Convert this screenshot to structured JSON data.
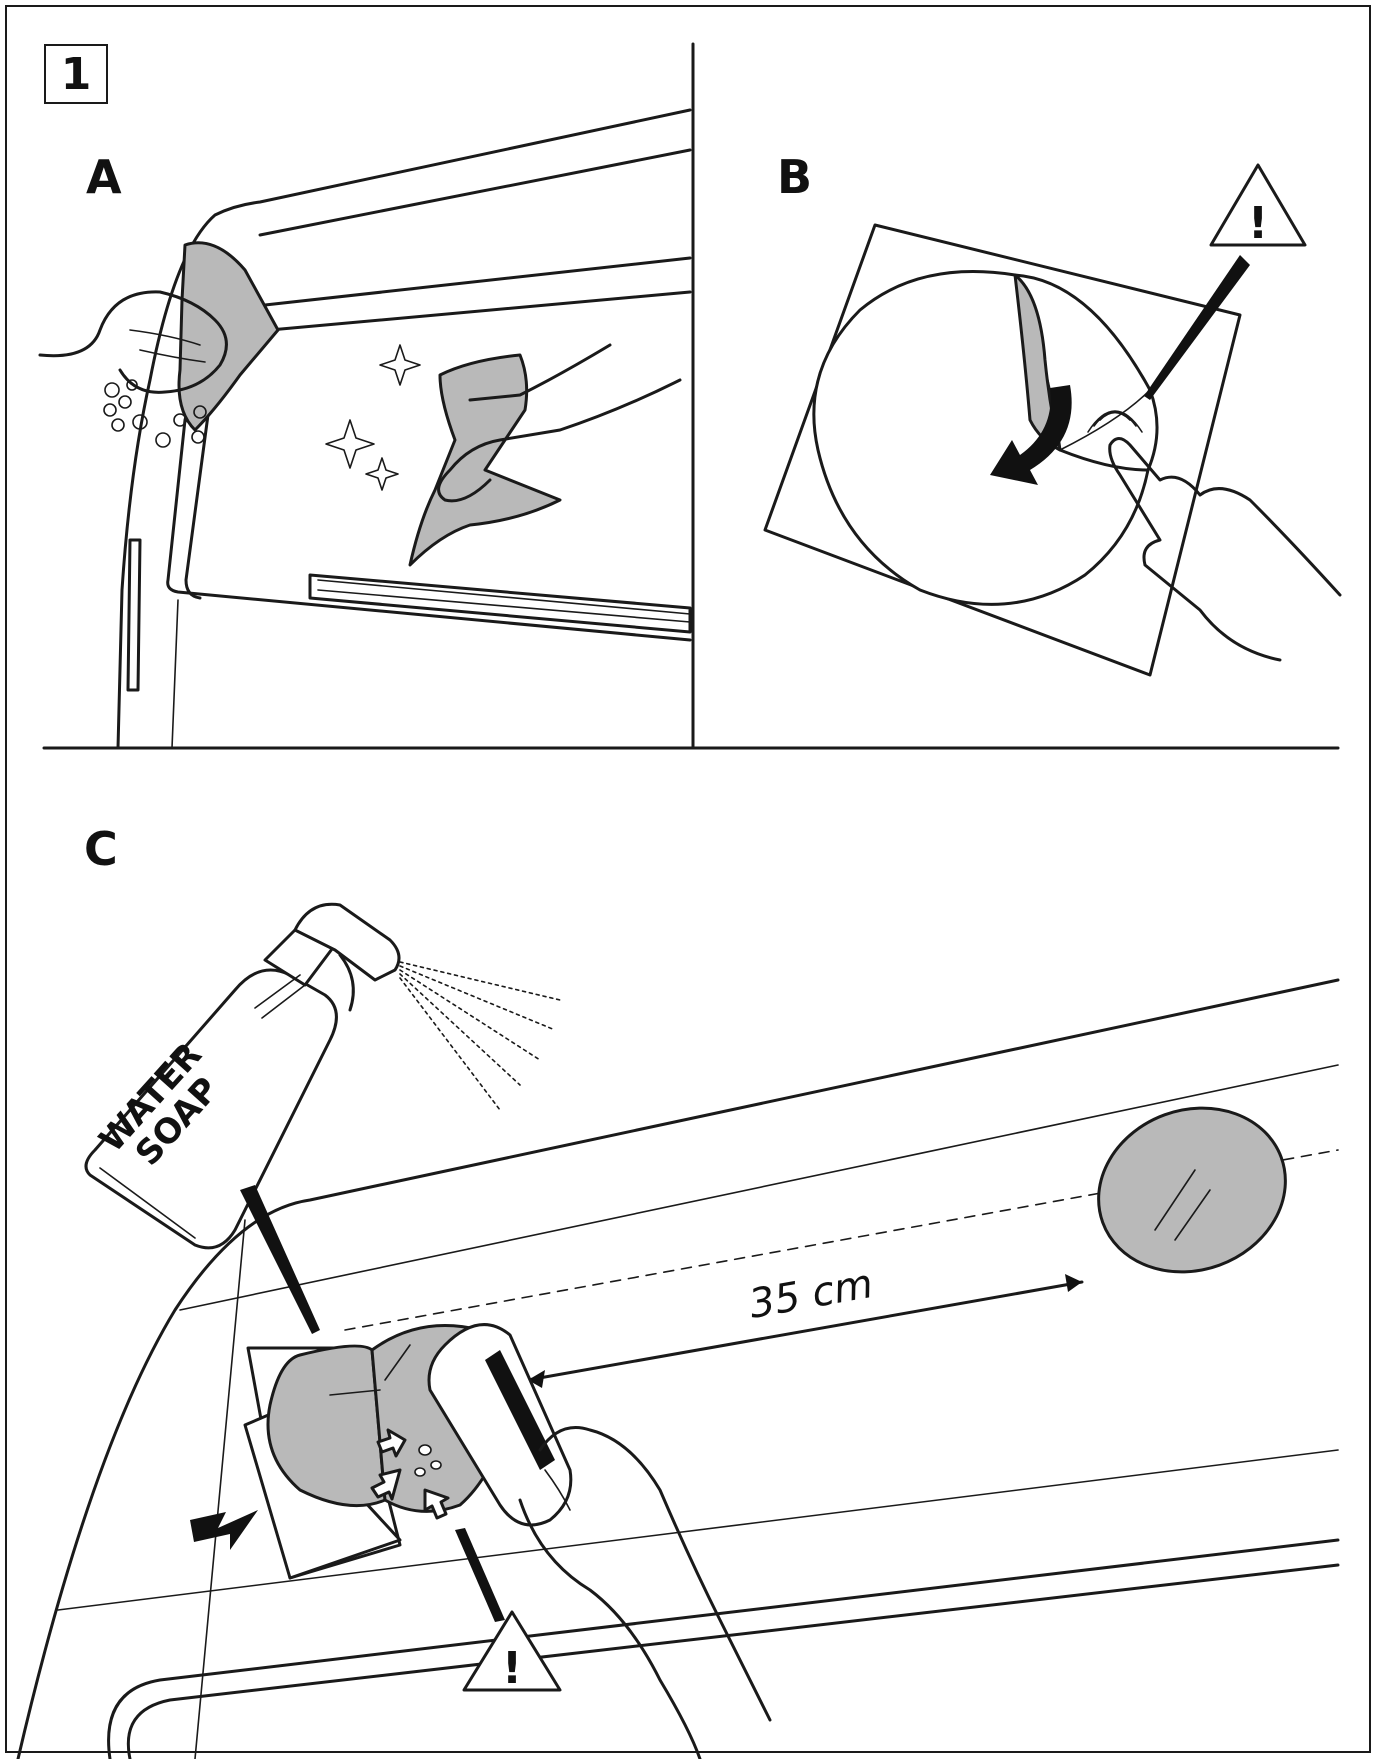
{
  "step": {
    "number": "1"
  },
  "panels": {
    "a": {
      "label": "A"
    },
    "b": {
      "label": "B"
    },
    "c": {
      "label": "C"
    }
  },
  "bottle": {
    "line1": "WATER",
    "line2": "SOAP"
  },
  "distance": {
    "label": "35 cm"
  },
  "warning": {
    "symbol": "!"
  },
  "colors": {
    "ink": "#1a1a1a",
    "fill_grey": "#b9b9b9",
    "background": "#ffffff"
  }
}
